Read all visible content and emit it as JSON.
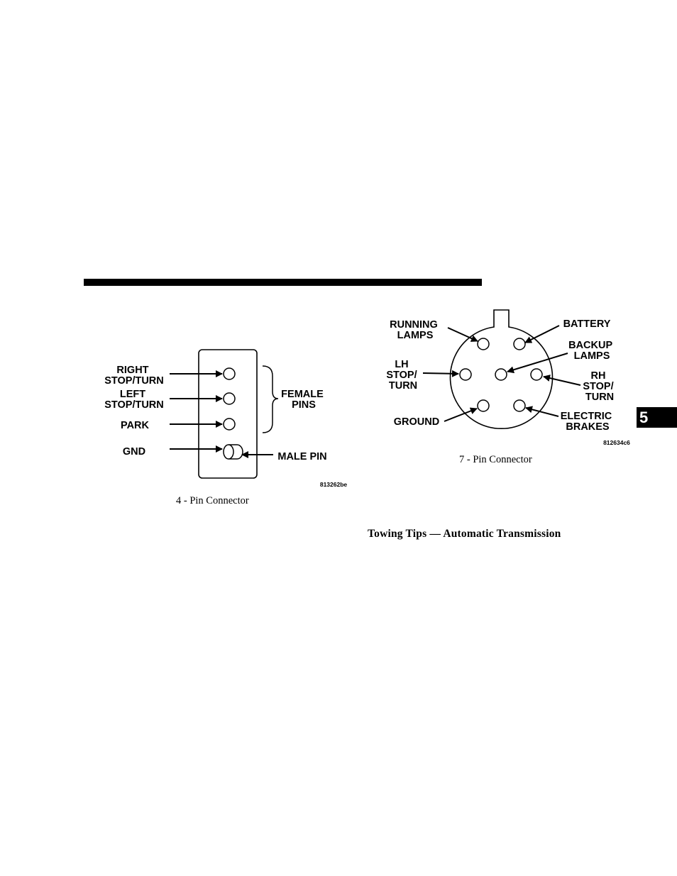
{
  "section_tab": "5",
  "four_pin": {
    "labels": {
      "right_stop_turn": [
        "RIGHT",
        "STOP/TURN"
      ],
      "left_stop_turn": [
        "LEFT",
        "STOP/TURN"
      ],
      "park": "PARK",
      "gnd": "GND",
      "female_pins": [
        "FEMALE",
        "PINS"
      ],
      "male_pin": "MALE PIN"
    },
    "figure_code": "813262be",
    "caption": "4 - Pin Connector"
  },
  "seven_pin": {
    "labels": {
      "running_lamps": [
        "RUNNING",
        "LAMPS"
      ],
      "battery": "BATTERY",
      "backup_lamps": [
        "BACKUP",
        "LAMPS"
      ],
      "lh_stop_turn": [
        "LH",
        "STOP/",
        "TURN"
      ],
      "rh_stop_turn": [
        "RH",
        "STOP/",
        "TURN"
      ],
      "ground": "GROUND",
      "electric_brakes": [
        "ELECTRIC",
        "BRAKES"
      ]
    },
    "figure_code": "812634c6",
    "caption": "7 - Pin Connector"
  },
  "section_heading": "Towing Tips — Automatic Transmission"
}
